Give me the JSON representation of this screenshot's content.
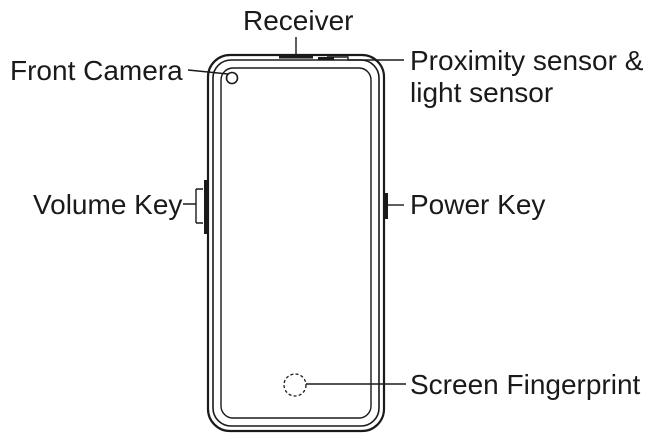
{
  "labels": {
    "receiver": "Receiver",
    "front_camera": "Front Camera",
    "proximity_line1": "Proximity sensor &",
    "proximity_line2": "light sensor",
    "volume_key": "Volume Key",
    "power_key": "Power Key",
    "screen_fingerprint": "Screen Fingerprint"
  },
  "colors": {
    "ink": "#1a1a1a",
    "background": "#ffffff"
  }
}
